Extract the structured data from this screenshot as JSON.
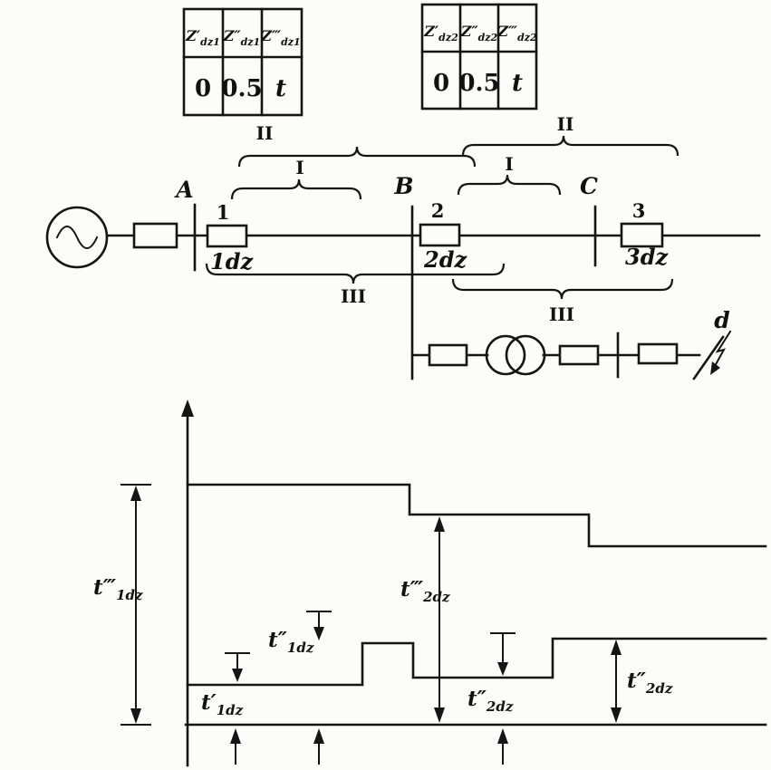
{
  "figure": {
    "background": "#fcfcfa",
    "ink": "#151515"
  },
  "settings_tables": {
    "relay1": {
      "headers": [
        {
          "base": "Z′",
          "sub": "dz1"
        },
        {
          "base": "Z″",
          "sub": "dz1"
        },
        {
          "base": "Z‴",
          "sub": "dz1"
        }
      ],
      "values": [
        "0",
        "0.5",
        "t"
      ]
    },
    "relay2": {
      "headers": [
        {
          "base": "Z′",
          "sub": "dz2"
        },
        {
          "base": "Z″",
          "sub": "dz2"
        },
        {
          "base": "Z‴",
          "sub": "dz2"
        }
      ],
      "values": [
        "0",
        "0.5",
        "t"
      ]
    }
  },
  "circuit": {
    "bus_labels": [
      "A",
      "B",
      "C"
    ],
    "relay_numbers": [
      "1",
      "2",
      "3"
    ],
    "relay_labels": [
      "1dz",
      "2dz",
      "3dz"
    ],
    "zone_labels": {
      "zone2_relay1": "II",
      "zone1_relay1": "I",
      "zone2_relay2": "II",
      "zone1_relay2": "I",
      "zone3_relay1": "III",
      "zone3_relay2": "III"
    },
    "fault_label": "d"
  },
  "time_chart": {
    "labels": {
      "t3_relay1": {
        "base": "t‴",
        "sub": "1dz"
      },
      "t1_relay1": {
        "base": "t′",
        "sub": "1dz"
      },
      "t2_relay1": {
        "base": "t″",
        "sub": "1dz"
      },
      "t3_relay2": {
        "base": "t‴",
        "sub": "2dz"
      },
      "t2_relay2_mid": {
        "base": "t″",
        "sub": "2dz"
      },
      "t2_relay2_right": {
        "base": "t″",
        "sub": "2dz"
      }
    }
  }
}
